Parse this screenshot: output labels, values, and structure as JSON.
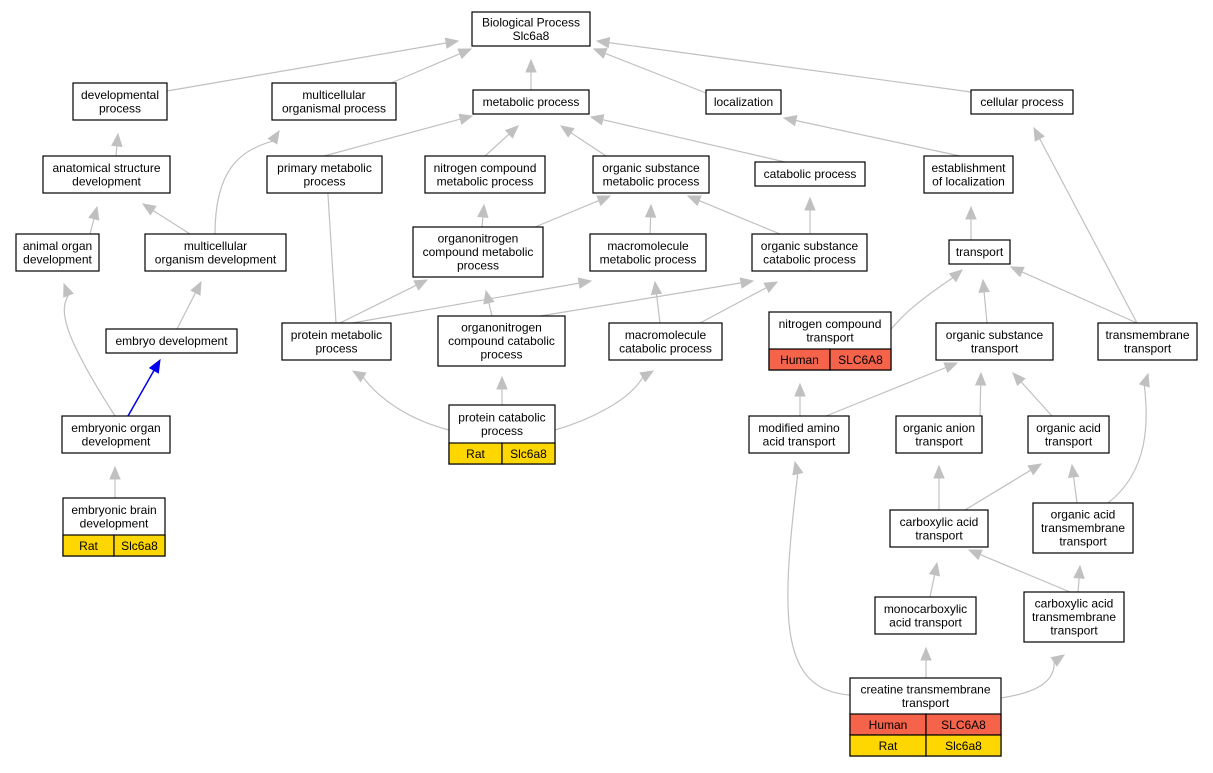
{
  "diagram": {
    "nodes": {
      "bp": {
        "lines": [
          "Biological Process",
          "Slc6a8"
        ]
      },
      "dev": {
        "lines": [
          "developmental",
          "process"
        ]
      },
      "mop": {
        "lines": [
          "multicellular",
          "organismal process"
        ]
      },
      "met": {
        "lines": [
          "metabolic process"
        ]
      },
      "loc": {
        "lines": [
          "localization"
        ]
      },
      "cel": {
        "lines": [
          "cellular process"
        ]
      },
      "asd": {
        "lines": [
          "anatomical structure",
          "development"
        ]
      },
      "pmp": {
        "lines": [
          "primary metabolic",
          "process"
        ]
      },
      "ncm": {
        "lines": [
          "nitrogen compound",
          "metabolic process"
        ]
      },
      "osm": {
        "lines": [
          "organic substance",
          "metabolic process"
        ]
      },
      "cat": {
        "lines": [
          "catabolic process"
        ]
      },
      "eol": {
        "lines": [
          "establishment",
          "of localization"
        ]
      },
      "aod": {
        "lines": [
          "animal organ",
          "development"
        ]
      },
      "mod": {
        "lines": [
          "multicellular",
          "organism development"
        ]
      },
      "ocm": {
        "lines": [
          "organonitrogen",
          "compound metabolic",
          "process"
        ]
      },
      "mmp": {
        "lines": [
          "macromolecule",
          "metabolic process"
        ]
      },
      "osc": {
        "lines": [
          "organic substance",
          "catabolic process"
        ]
      },
      "tra": {
        "lines": [
          "transport"
        ]
      },
      "emb": {
        "lines": [
          "embryo development"
        ]
      },
      "prm": {
        "lines": [
          "protein metabolic",
          "process"
        ]
      },
      "occ": {
        "lines": [
          "organonitrogen",
          "compound catabolic",
          "process"
        ]
      },
      "mcp": {
        "lines": [
          "macromolecule",
          "catabolic process"
        ]
      },
      "nct": {
        "lines": [
          "nitrogen compound",
          "transport"
        ],
        "genes": [
          [
            "Human",
            "SLC6A8"
          ]
        ]
      },
      "ost": {
        "lines": [
          "organic substance",
          "transport"
        ]
      },
      "tmt": {
        "lines": [
          "transmembrane",
          "transport"
        ]
      },
      "eod": {
        "lines": [
          "embryonic organ",
          "development"
        ]
      },
      "pcp": {
        "lines": [
          "protein catabolic",
          "process"
        ],
        "genes": [
          [
            "Rat",
            "Slc6a8"
          ]
        ]
      },
      "maa": {
        "lines": [
          "modified amino",
          "acid transport"
        ]
      },
      "oan": {
        "lines": [
          "organic anion",
          "transport"
        ]
      },
      "oac": {
        "lines": [
          "organic acid",
          "transport"
        ]
      },
      "ebd": {
        "lines": [
          "embryonic brain",
          "development"
        ],
        "genes": [
          [
            "Rat",
            "Slc6a8"
          ]
        ]
      },
      "caa": {
        "lines": [
          "carboxylic acid",
          "transport"
        ]
      },
      "oat": {
        "lines": [
          "organic acid",
          "transmembrane",
          "transport"
        ]
      },
      "mca": {
        "lines": [
          "monocarboxylic",
          "acid transport"
        ]
      },
      "cat2": {
        "lines": [
          "carboxylic acid",
          "transmembrane",
          "transport"
        ]
      },
      "ctt": {
        "lines": [
          "creatine transmembrane",
          "transport"
        ],
        "genes": [
          [
            "Human",
            "SLC6A8"
          ],
          [
            "Rat",
            "Slc6a8"
          ]
        ]
      }
    },
    "species_colors": {
      "Human": "#f4634a",
      "Rat": "#ffd700"
    },
    "edge_color": "#c0c0c0",
    "highlight_edge_color": "#0000ee"
  }
}
